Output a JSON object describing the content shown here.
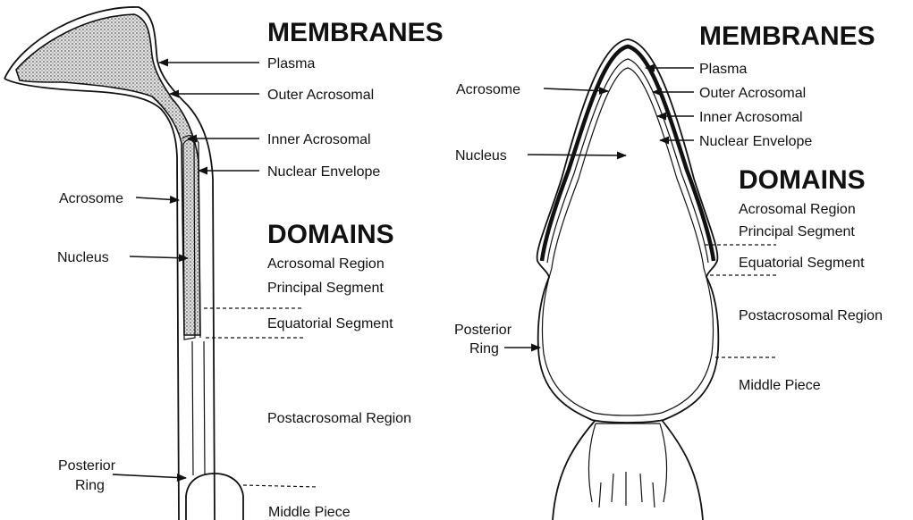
{
  "left": {
    "membranes_heading": "MEMBRANES",
    "membranes": [
      "Plasma",
      "Outer Acrosomal",
      "Inner Acrosomal",
      "Nuclear Envelope"
    ],
    "acrosome": "Acrosome",
    "nucleus": "Nucleus",
    "domains_heading": "DOMAINS",
    "domains": [
      "Acrosomal Region",
      "Principal Segment",
      "Equatorial Segment",
      "Postacrosomal Region",
      "Middle Piece"
    ],
    "posterior_ring": [
      "Posterior",
      "Ring"
    ]
  },
  "right": {
    "membranes_heading": "MEMBRANES",
    "membranes": [
      "Plasma",
      "Outer Acrosomal",
      "Inner Acrosomal",
      "Nuclear Envelope"
    ],
    "acrosome": "Acrosome",
    "nucleus": "Nucleus",
    "domains_heading": "DOMAINS",
    "domains": [
      "Acrosomal Region",
      "Principal Segment",
      "Equatorial Segment",
      "Postacrosomal Region",
      "Middle Piece"
    ],
    "posterior_ring": [
      "Posterior",
      "Ring"
    ]
  }
}
